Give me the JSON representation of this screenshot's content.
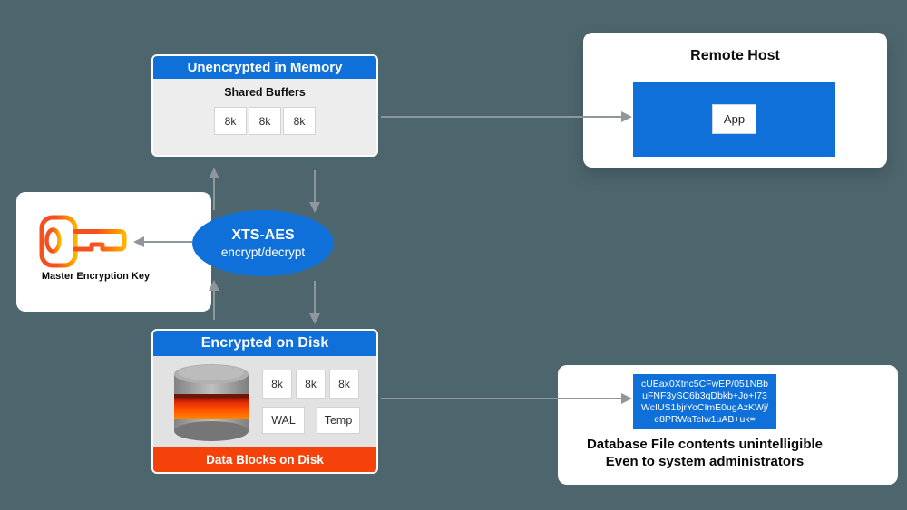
{
  "colors": {
    "background": "#4d666e",
    "accent_blue": "#0e70d8",
    "accent_red": "#f4420a",
    "key_orange_start": "#f4511e",
    "key_orange_end": "#ffb300",
    "arrow_gray": "#8f979c"
  },
  "memory_box": {
    "title": "Unencrypted in Memory",
    "subtitle": "Shared Buffers",
    "blocks": [
      "8k",
      "8k",
      "8k"
    ]
  },
  "cipher_ellipse": {
    "title": "XTS-AES",
    "subtitle": "encrypt/decrypt"
  },
  "master_key": {
    "label": "Master Encryption Key"
  },
  "remote_host": {
    "title": "Remote Host",
    "app_label": "App"
  },
  "disk_box": {
    "title": "Encrypted on Disk",
    "blocks": [
      "8k",
      "8k",
      "8k"
    ],
    "wal_label": "WAL",
    "temp_label": "Temp",
    "footer": "Data Blocks on Disk"
  },
  "encrypted_output": {
    "lines": [
      "cUEax0Xtnc5CFwEP/051NBb",
      "uFNF3ySC6b3qDbkb+Jo+I73",
      "WcIUS1bjrYoCImE0ugAzKWj/",
      "e8PRWaTcIw1uAB+uk="
    ],
    "caption": [
      "Database File contents unintelligible",
      "Even to system administrators"
    ]
  }
}
